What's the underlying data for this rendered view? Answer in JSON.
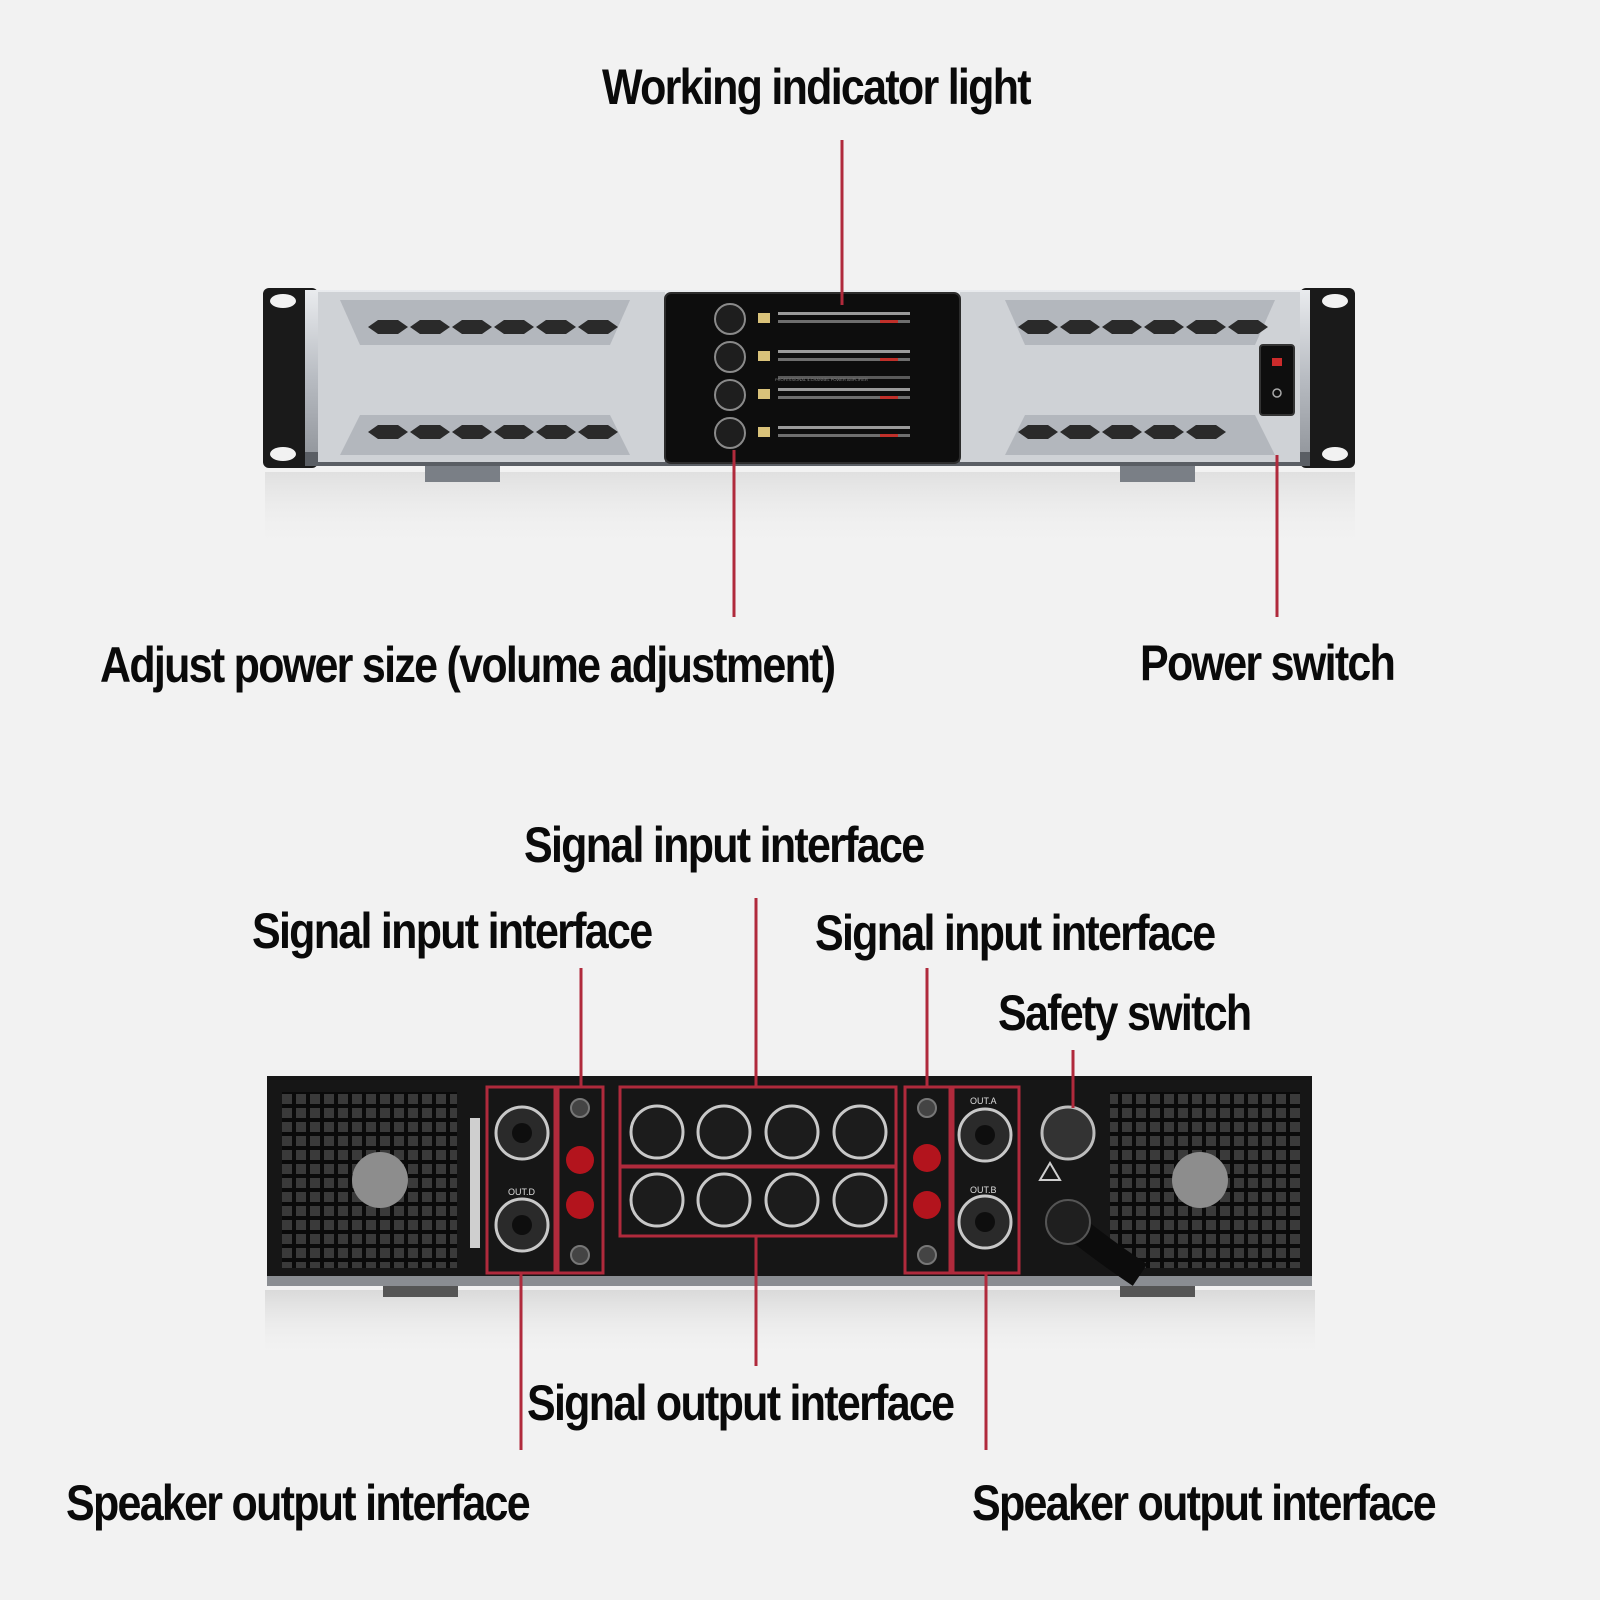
{
  "front_labels": {
    "indicator": "Working indicator light",
    "volume": "Adjust power size (volume adjustment)",
    "power": "Power switch"
  },
  "rear_labels": {
    "signal_input_center": "Signal input interface",
    "signal_input_left": "Signal input interface",
    "signal_input_right": "Signal input interface",
    "safety": "Safety switch",
    "signal_output": "Signal output interface",
    "speaker_left": "Speaker output interface",
    "speaker_right": "Speaker output interface"
  },
  "panel_text": {
    "front_model": "PROFESSIONAL 4-CHANNEL POWER AMPLIFIER",
    "out_a": "OUT.A",
    "out_b": "OUT.B",
    "out_d": "OUT.D"
  },
  "colors": {
    "background": "#f2f2f2",
    "callout_line": "#b02a3c",
    "chassis_dark": "#161616",
    "chassis_silver": "#c9ccd0"
  }
}
